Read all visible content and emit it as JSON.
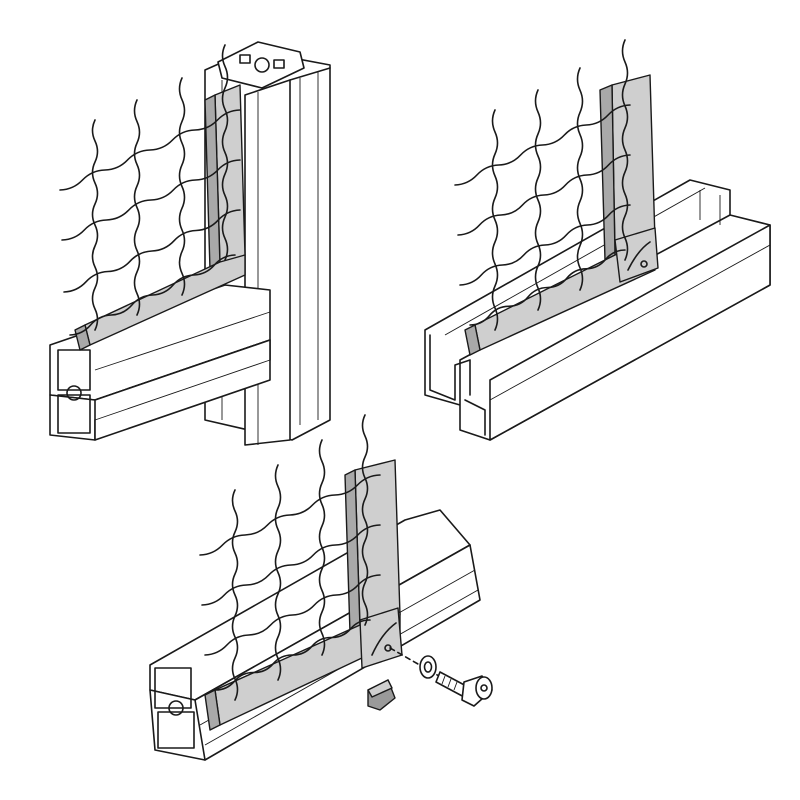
{
  "colors": {
    "background": "#ffffff",
    "line": "#1a1a1a",
    "frame_gray": "#cfcfcf",
    "frame_dark": "#a9a9a9",
    "profile": "#ffffff"
  },
  "icons": [
    "wire-mesh-panel",
    "aluminium-profile",
    "panel-frame",
    "corner-bracket",
    "screw",
    "washer",
    "t-nut"
  ]
}
